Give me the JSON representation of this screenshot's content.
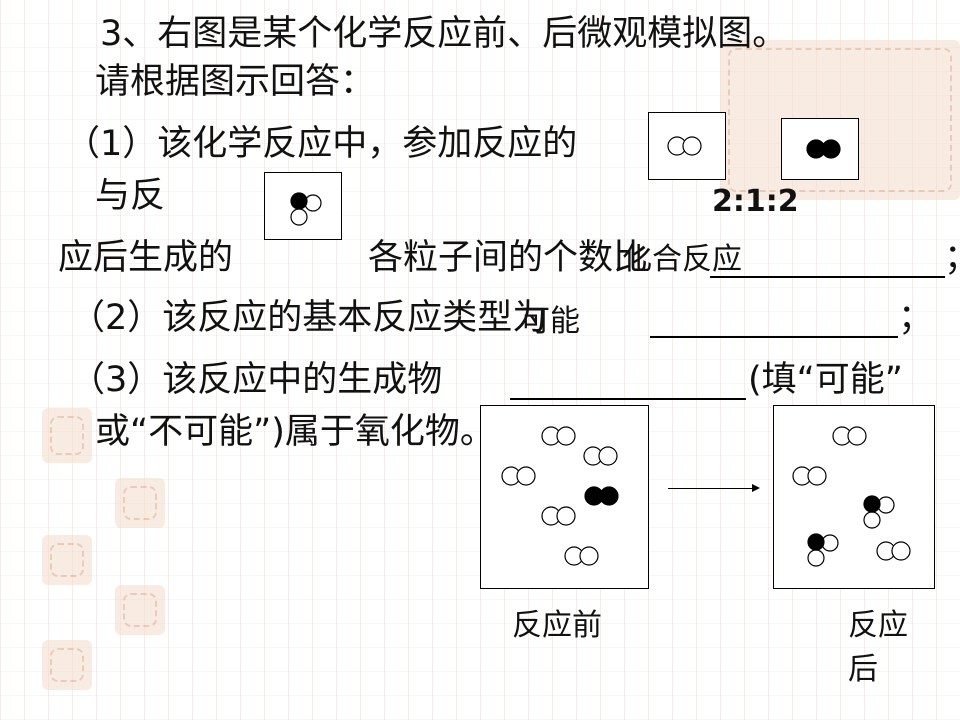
{
  "question": {
    "title_line1": "3、右图是某个化学反应前、后微观模拟图。",
    "title_line2": "请根据图示回答：",
    "q1_part1": "（1）该化学反应中，参加反应的",
    "q1_part2": "与反",
    "q1_part3": "应后生成的",
    "q1_part4": "各粒子间的个数比",
    "ratio_answer": "2:1:2",
    "q2": "（2）该反应的基本反应类型为",
    "answer2": "化合反应",
    "q3_part1": "（3）该反应中的生成物",
    "q3_part2": "(填“可能”",
    "q3_part3": "或“不可能”)属于氧化物。",
    "answer3": "可能",
    "semicolon1": "；",
    "semicolon2": "；"
  },
  "diagram": {
    "before_label": "反应前",
    "after_label": "反应后"
  }
}
